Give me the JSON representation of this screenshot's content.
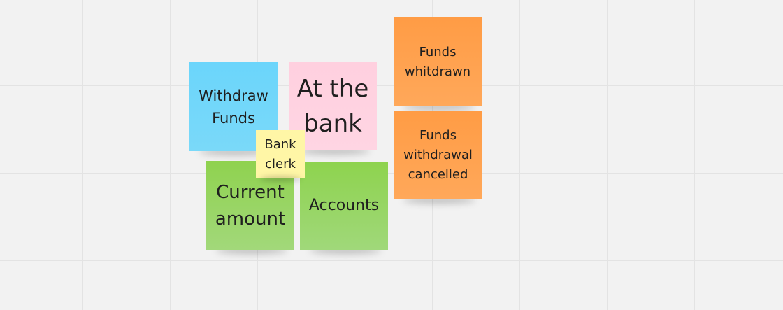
{
  "canvas": {
    "background": "#f2f2f2",
    "grid_color": "#e3e3e3"
  },
  "notes": {
    "withdraw_funds": {
      "text": "Withdraw\nFunds",
      "color": "#6cd8fa"
    },
    "at_the_bank": {
      "text": "At the\nbank",
      "color": "#ffcee0"
    },
    "funds_withdrawn": {
      "text": "Funds\nwhitdrawn",
      "color": "#ff9d48"
    },
    "funds_withdrawal_cancelled": {
      "text": "Funds\nwithdrawal\ncancelled",
      "color": "#ff9d48"
    },
    "current_amount": {
      "text": "Current\namount",
      "color": "#8fd14f"
    },
    "accounts": {
      "text": "Accounts",
      "color": "#8fd14f"
    },
    "bank_clerk": {
      "text": "Bank\nclerk",
      "color": "#fff9b1"
    }
  }
}
